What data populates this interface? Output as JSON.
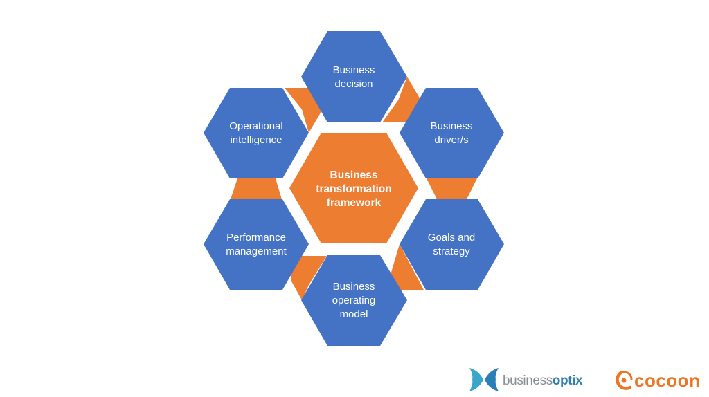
{
  "diagram": {
    "title": "Business transformation framework",
    "center": {
      "lines": [
        "Business",
        "transformation",
        "framework"
      ],
      "color": "#ed7d31"
    },
    "hexagons": [
      {
        "id": "business-decision",
        "lines": [
          "Business",
          "decision"
        ]
      },
      {
        "id": "business-drivers",
        "lines": [
          "Business",
          "driver/s"
        ]
      },
      {
        "id": "goals-and-strategy",
        "lines": [
          "Goals and",
          "strategy"
        ]
      },
      {
        "id": "business-operating-model",
        "lines": [
          "Business",
          "operating",
          "model"
        ]
      },
      {
        "id": "performance-management",
        "lines": [
          "Performance",
          "management"
        ]
      },
      {
        "id": "operational-intelligence",
        "lines": [
          "Operational",
          "intelligence"
        ]
      }
    ],
    "colors": {
      "outer_hex": "#4472c4",
      "connector": "#ed7d31",
      "text": "#ffffff"
    }
  },
  "logos": {
    "businessoptix": {
      "light": "business",
      "strong": "optix"
    },
    "cocoon": {
      "text": "cocoon"
    }
  }
}
